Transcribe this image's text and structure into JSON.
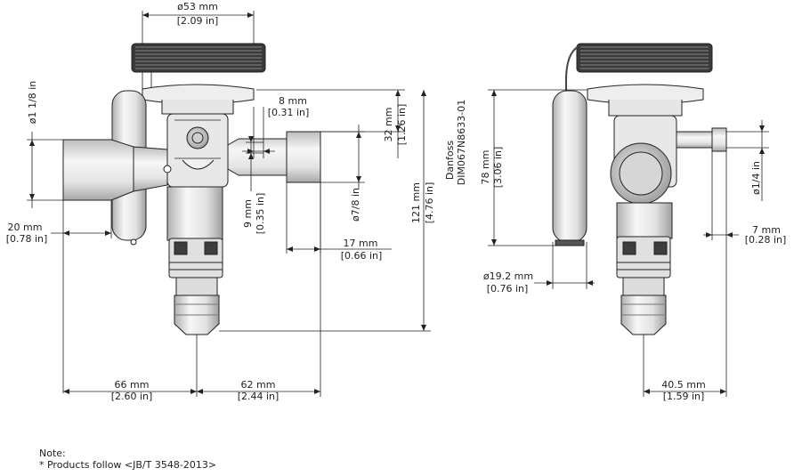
{
  "dimensions": {
    "d53": {
      "mm": "ø53 mm",
      "in": "[2.09 in]"
    },
    "d1_1_8": {
      "mm": "ø1 1/8 in"
    },
    "d8": {
      "mm": "8 mm",
      "in": "[0.31 in]"
    },
    "d32": {
      "mm": "32 mm",
      "in": "[1.26 in]"
    },
    "d121": {
      "mm": "121 mm",
      "in": "[4.76 in]"
    },
    "d20": {
      "mm": "20 mm",
      "in": "[0.78 in]"
    },
    "d9": {
      "mm": "9 mm",
      "in": "[0.35 in]"
    },
    "d7_8": {
      "mm": "ø7/8 in"
    },
    "d17": {
      "mm": "17 mm",
      "in": "[0.66 in]"
    },
    "d66": {
      "mm": "66 mm",
      "in": "[2.60 in]"
    },
    "d62": {
      "mm": "62 mm",
      "in": "[2.44 in]"
    },
    "d78": {
      "mm": "78 mm",
      "in": "[3.06 in]"
    },
    "d19_2": {
      "mm": "ø19.2 mm",
      "in": "[0.76 in]"
    },
    "d1_4": {
      "mm": "ø1/4 in"
    },
    "d7": {
      "mm": "7 mm",
      "in": "[0.28 in]"
    },
    "d40_5": {
      "mm": "40.5 mm",
      "in": "[1.59 in]"
    }
  },
  "drawing_ref": {
    "line1": "Danfoss",
    "line2": "DIM067N8633-01"
  },
  "note": {
    "title": "Note:",
    "text": "* Products follow <JB/T 3548-2013>"
  },
  "colors": {
    "line": "#222222",
    "fill_light": "#f2f2f2",
    "fill_mid": "#d8d8d8",
    "fill_dark": "#555555"
  }
}
